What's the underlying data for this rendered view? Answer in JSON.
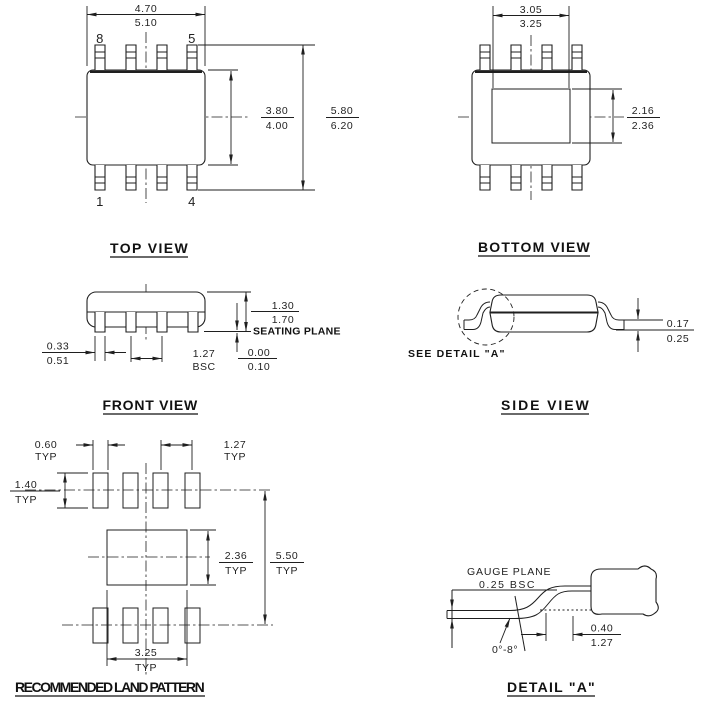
{
  "drawing": {
    "views": {
      "top": {
        "title": "TOP VIEW",
        "pin8": "8",
        "pin5": "5",
        "pin1": "1",
        "pin4": "4",
        "w_min": "4.70",
        "w_max": "5.10",
        "body_min": "3.80",
        "body_max": "4.00",
        "oa_min": "5.80",
        "oa_max": "6.20"
      },
      "bottom": {
        "title": "BOTTOM VIEW",
        "pw_min": "3.05",
        "pw_max": "3.25",
        "ph_min": "2.16",
        "ph_max": "2.36"
      },
      "front": {
        "title": "FRONT VIEW",
        "h_min": "1.30",
        "h_max": "1.70",
        "seating": "SEATING PLANE",
        "so_min": "0.00",
        "so_max": "0.10",
        "lw_min": "0.33",
        "lw_max": "0.51",
        "pitch": "1.27",
        "pitch_q": "BSC"
      },
      "side": {
        "title": "SIDE VIEW",
        "see_detail": "SEE DETAIL \"A\"",
        "t_min": "0.17",
        "t_max": "0.25"
      },
      "land": {
        "title": "RECOMMENDED LAND PATTERN",
        "typ": "TYP",
        "pad_w": "0.60",
        "pitch": "1.27",
        "pad_h": "1.40",
        "cpad_h": "2.36",
        "span": "5.50",
        "cpad_w": "3.25"
      },
      "detail": {
        "title": "DETAIL \"A\"",
        "gauge_plane": "GAUGE PLANE",
        "gauge_bsc": "0.25 BSC",
        "angle": "0°-8°",
        "foot_min": "0.40",
        "foot_max": "1.27"
      }
    }
  }
}
